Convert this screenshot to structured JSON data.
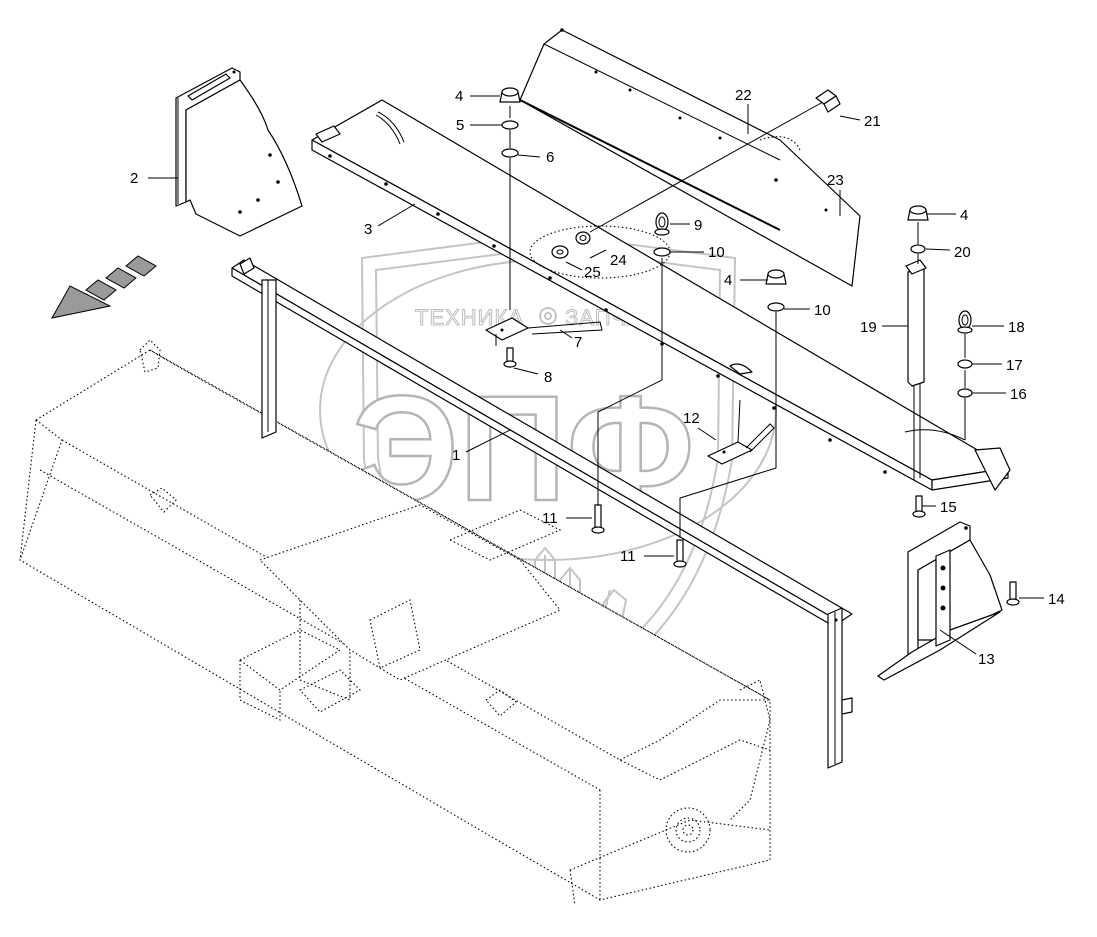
{
  "watermark": {
    "left_text": "ТЕХНИКА",
    "right_text": "ЗАПЧАСТИ",
    "big_text": "ЭПФ"
  },
  "callouts": [
    "1",
    "2",
    "3",
    "4",
    "5",
    "6",
    "7",
    "8",
    "9",
    "10",
    "11",
    "12",
    "13",
    "14",
    "15",
    "16",
    "17",
    "18",
    "19",
    "20",
    "21",
    "22",
    "23",
    "24",
    "25"
  ],
  "colors": {
    "line": "#000000",
    "watermark": "#bdbdbd",
    "arrow_fill": "#9a9a9a"
  }
}
